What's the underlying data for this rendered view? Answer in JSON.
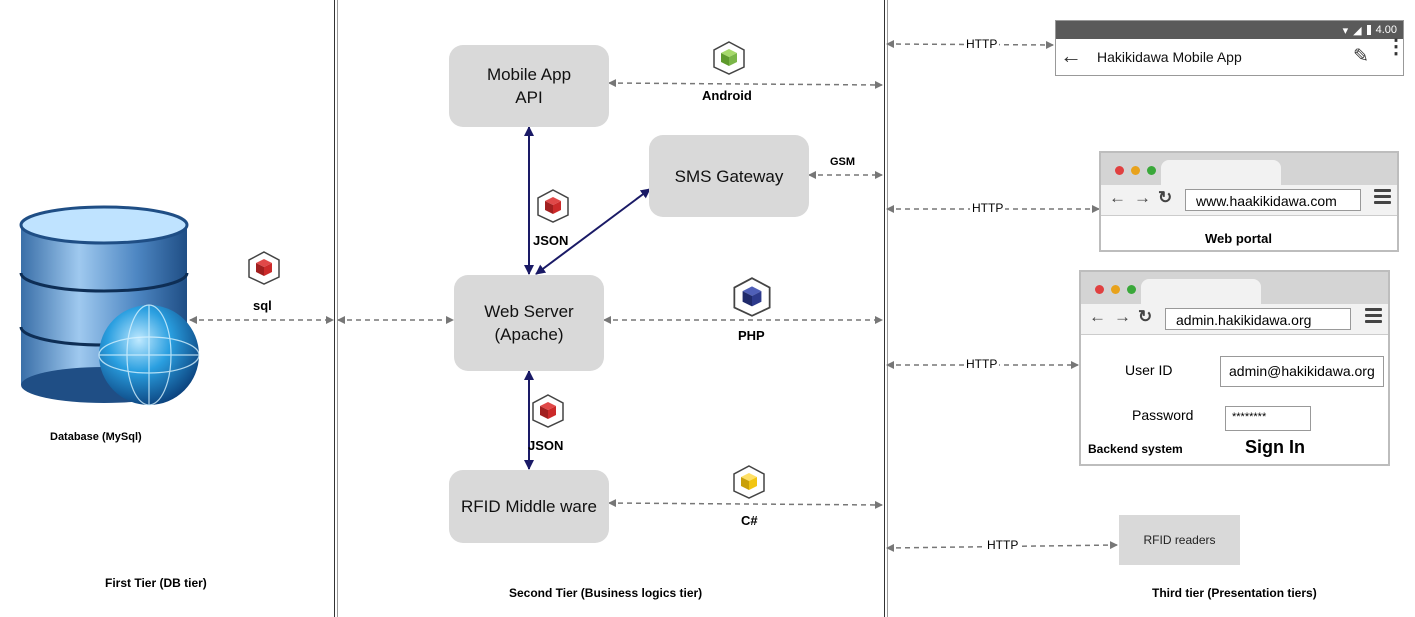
{
  "tiers": {
    "first": "First Tier (DB tier)",
    "second": "Second Tier (Business logics tier)",
    "third": "Third tier  (Presentation tiers)"
  },
  "database": {
    "label": "Database (MySql)",
    "link_label": "sql"
  },
  "nodes": {
    "mobile_api": "Mobile App\nAPI",
    "sms_gateway": "SMS Gateway",
    "web_server": "Web Server\n(Apache)",
    "rfid_middleware": "RFID Middle ware"
  },
  "edge_labels": {
    "json_top": "JSON",
    "json_bottom": "JSON",
    "android": "Android",
    "gsm": "GSM",
    "php": "PHP",
    "csharp": "C#",
    "http_1": "HTTP",
    "http_2": "HTTP",
    "http_3": "HTTP",
    "http_4": "HTTP"
  },
  "mobile_app": {
    "status_time": "4.00",
    "title": "Hakikidawa Mobile App"
  },
  "web_portal": {
    "url": "www.haakikidawa.com",
    "caption": "Web portal"
  },
  "backend": {
    "url": "admin.hakikidawa.org",
    "user_id_label": "User ID",
    "user_id_value": "admin@hakikidawa.org",
    "password_label": "Password",
    "password_value": "********",
    "caption": "Backend system",
    "sign_in": "Sign In"
  },
  "rfid_readers": "RFID readers",
  "colors": {
    "node_fill": "#d9d9d9",
    "arrow_navy": "#1a1a66",
    "dashed": "#777777",
    "cube_red": "#cc2a2a",
    "cube_green": "#7ab648",
    "cube_navy": "#2d3a8c",
    "cube_yellow": "#f2c511"
  }
}
